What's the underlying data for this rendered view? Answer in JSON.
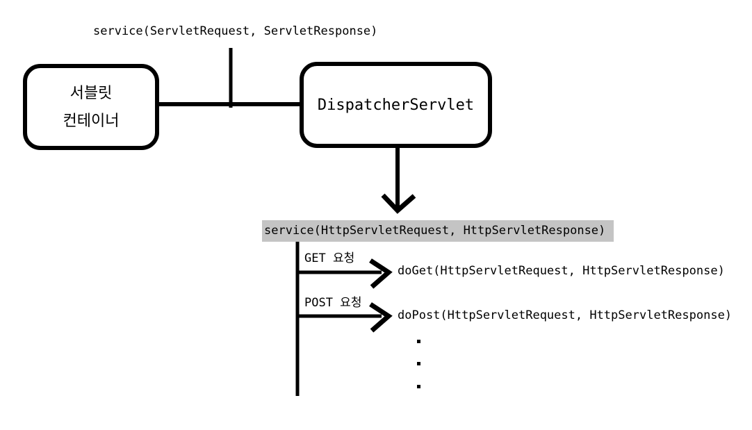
{
  "diagram": {
    "colors": {
      "background": "#ffffff",
      "stroke": "#000000",
      "highlight_background": "#c4c4c4"
    },
    "top_label": "service(ServletRequest, ServletResponse)",
    "servlet_container_box": {
      "line1": "서블릿",
      "line2": "컨테이너"
    },
    "dispatcher_servlet_box": {
      "label": "DispatcherServlet"
    },
    "service_call_label": "service(HttpServletRequest, HttpServletResponse)",
    "branches": [
      {
        "request_label": "GET 요청",
        "handler_label": "doGet(HttpServletRequest, HttpServletResponse)"
      },
      {
        "request_label": "POST 요청",
        "handler_label": "doPost(HttpServletRequest, HttpServletResponse)"
      }
    ],
    "ellipsis_dots": [
      ".",
      ".",
      "."
    ]
  }
}
